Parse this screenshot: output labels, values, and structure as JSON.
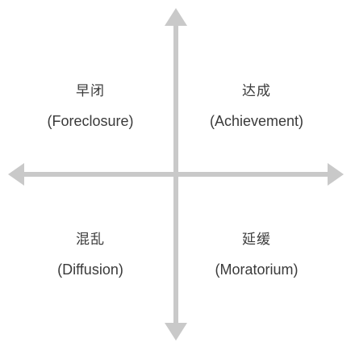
{
  "quadrants": {
    "top_left": {
      "label_cn": "早闭",
      "label_en": "(Foreclosure)"
    },
    "top_right": {
      "label_cn": "达成",
      "label_en": "(Achievement)"
    },
    "bottom_left": {
      "label_cn": "混乱",
      "label_en": "(Diffusion)"
    },
    "bottom_right": {
      "label_cn": "延缓",
      "label_en": "(Moratorium)"
    }
  },
  "colors": {
    "axis": "#c9c9c9",
    "text": "#3a3a3a",
    "background": "#ffffff"
  }
}
